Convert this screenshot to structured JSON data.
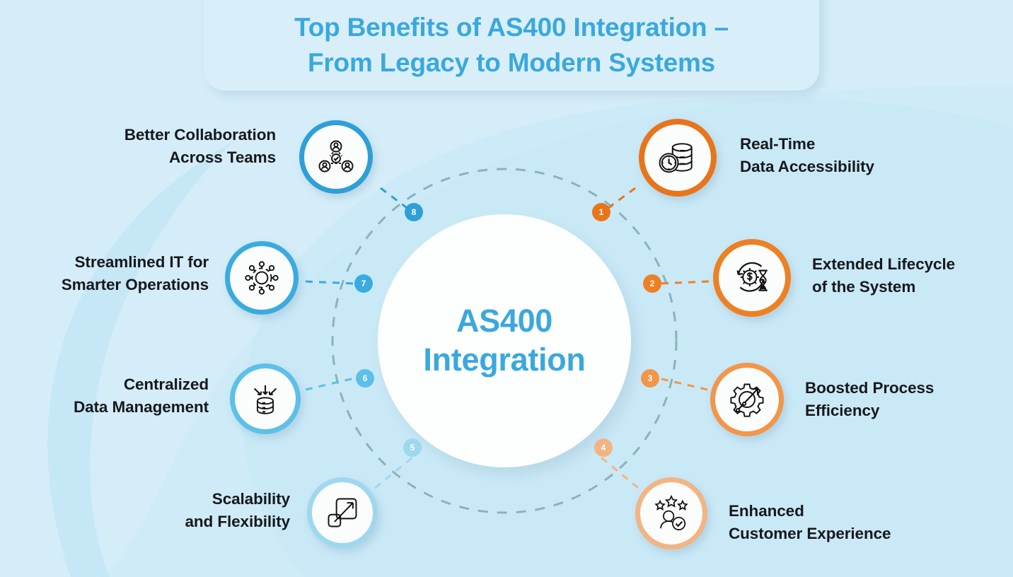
{
  "title": {
    "text": "Top Benefits of AS400 Integration –\nFrom Legacy to Modern Systems",
    "color": "#3aa8dd"
  },
  "center": {
    "label": "AS400\nIntegration",
    "color": "#3aa8dd",
    "background": "#fdfefe"
  },
  "theme": {
    "background": "#d4edf8",
    "orange_strong": "#e8751a",
    "orange_mid": "#f08a33",
    "orange_light": "#f3b483",
    "blue_strong": "#2f9fd6",
    "blue_mid": "#56b9e4",
    "blue_light": "#9ed8ef",
    "dash_ring": "#7fa9ad",
    "label_text": "#17181c"
  },
  "nodes": [
    {
      "number": "1",
      "label": "Real-Time\nData Accessibility",
      "icon": "database-clock-icon",
      "ring_color": "#e8751a",
      "badge_color": "#e8751a",
      "side": "right"
    },
    {
      "number": "2",
      "label": "Extended Lifecycle\nof the System",
      "icon": "gear-dollar-hourglass-icon",
      "ring_color": "#ee8024",
      "badge_color": "#ee8024",
      "side": "right"
    },
    {
      "number": "3",
      "label": "Boosted Process\nEfficiency",
      "icon": "gear-arrow-up-icon",
      "ring_color": "#f2964a",
      "badge_color": "#f2964a",
      "side": "right"
    },
    {
      "number": "4",
      "label": "Enhanced\nCustomer Experience",
      "icon": "stars-user-check-icon",
      "ring_color": "#f3b483",
      "badge_color": "#f3b483",
      "side": "right"
    },
    {
      "number": "5",
      "label": "Scalability\nand Flexibility",
      "icon": "scale-expand-arrow-icon",
      "ring_color": "#9ed8ef",
      "badge_color": "#9ed8ef",
      "side": "left"
    },
    {
      "number": "6",
      "label": "Centralized\nData Management",
      "icon": "database-inbound-arrows-icon",
      "ring_color": "#5cc0e8",
      "badge_color": "#5cc0e8",
      "side": "left"
    },
    {
      "number": "7",
      "label": "Streamlined IT for\nSmarter Operations",
      "icon": "network-hub-icon",
      "ring_color": "#3aabdf",
      "badge_color": "#3aabdf",
      "side": "left"
    },
    {
      "number": "8",
      "label": "Better Collaboration\nAcross Teams",
      "icon": "team-collaboration-icon",
      "ring_color": "#2f9fd6",
      "badge_color": "#2f9fd6",
      "side": "left"
    }
  ]
}
